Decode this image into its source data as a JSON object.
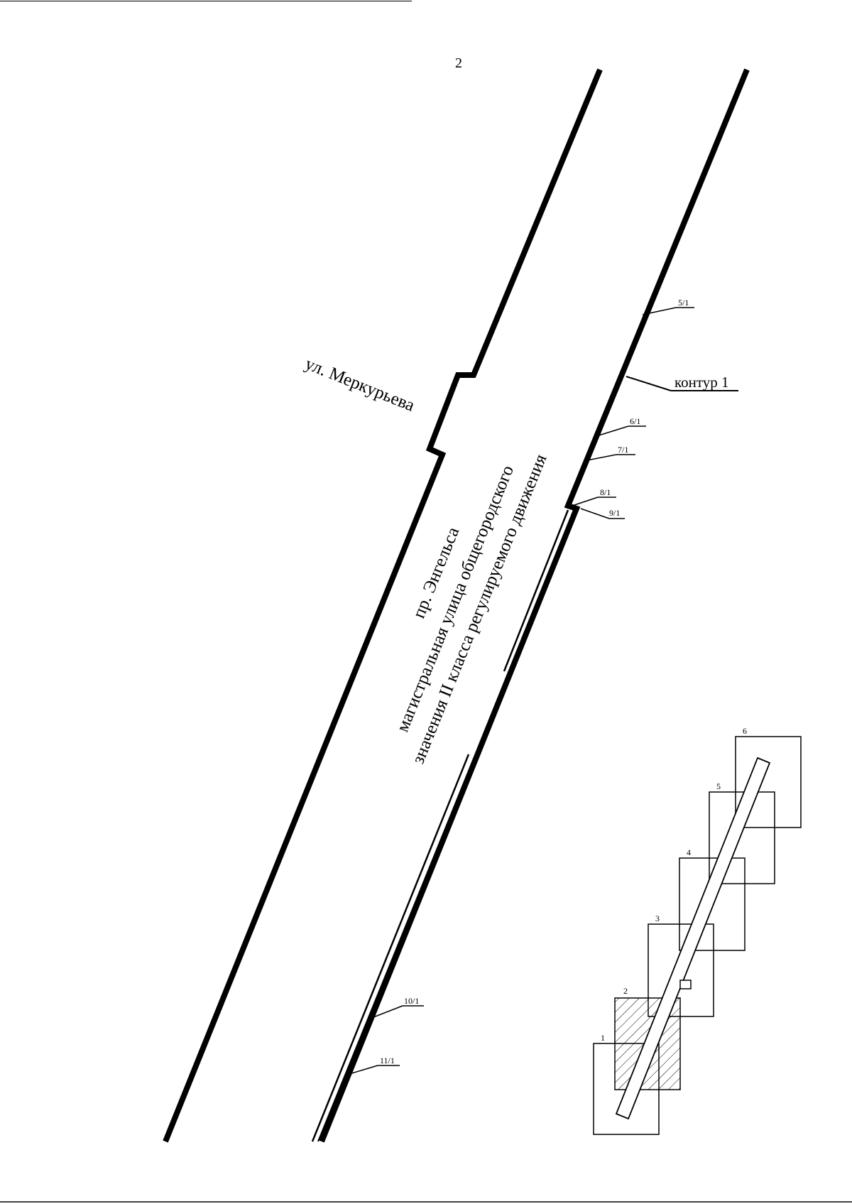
{
  "sheet": {
    "page_number": "2"
  },
  "streets": {
    "side_street": "ул. Меркурьева",
    "main_street_line1": "пр. Энгельса",
    "main_street_line2": "магистральная улица общегородского",
    "main_street_line3": "значения II класса регулируемого движения"
  },
  "contour": {
    "label": "контур 1"
  },
  "point_labels": [
    "5/1",
    "6/1",
    "7/1",
    "8/1",
    "9/1",
    "10/1",
    "11/1"
  ],
  "key_map": {
    "sheet_numbers": [
      "1",
      "2",
      "3",
      "4",
      "5",
      "6"
    ],
    "highlighted_sheet": "2"
  },
  "colors": {
    "ink": "#000000",
    "paper": "#ffffff"
  }
}
